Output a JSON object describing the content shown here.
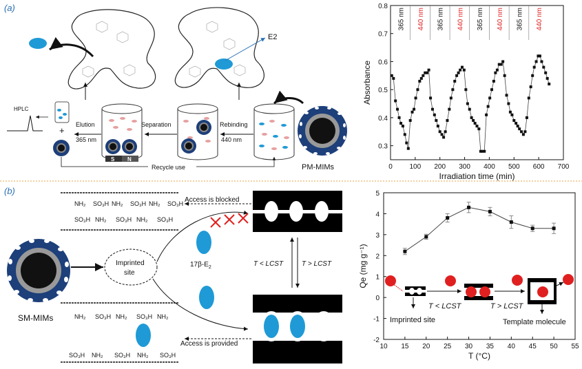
{
  "panel_a": {
    "label": "(a)",
    "e2_label": "E2",
    "hplc": "HPLC",
    "plus": "+",
    "elution": "Elution",
    "elution_nm": "365 nm",
    "separation": "Separation",
    "rebinding": "Rebinding",
    "rebinding_nm": "440 nm",
    "magnet_s": "S",
    "magnet_n": "N",
    "recycle": "Recycle use",
    "pm_mims": "PM-MIMs"
  },
  "panel_b": {
    "label": "(b)",
    "sm_mims": "SM-MIMs",
    "imprinted_site": "Imprinted\nsite",
    "e2": "17β-E",
    "e2_sub": "2",
    "access_blocked": "Access is blocked",
    "access_provided": "Access is provided",
    "t_lt": "T < LCST",
    "t_gt": "T > LCST",
    "inset_t_lt": "T < LCST",
    "inset_t_gt": "T > LCST",
    "inset_imprinted": "Imprinted site",
    "inset_template": "Template molecule",
    "chem_top1": [
      "NH₂",
      "SO₃H",
      "NH₂",
      "SO₃H",
      "NH₂",
      "SO₃H"
    ],
    "chem_top2": [
      "SO₃H",
      "NH₂",
      "SO₃H",
      "NH₂",
      "SO₃H"
    ],
    "chem_bot1": [
      "NH₂",
      "SO₃H",
      "NH₂",
      "SO₃H",
      "NH₂"
    ],
    "chem_bot2": [
      "SO₃H",
      "NH₂",
      "SO₃H",
      "NH₂",
      "SO₃H"
    ]
  },
  "colors": {
    "accent_blue": "#2a6fb5",
    "red": "#e02020",
    "particle": "#1d3f7a",
    "e2_blue": "#1f9ad6"
  },
  "chart_data": [
    {
      "type": "scatter",
      "xlabel": "Irradiation time (min)",
      "ylabel": "Absorbance",
      "xlim": [
        0,
        700
      ],
      "ylim": [
        0.25,
        0.8
      ],
      "xticks": [
        0,
        100,
        200,
        300,
        400,
        500,
        600,
        700
      ],
      "yticks": [
        0.3,
        0.4,
        0.5,
        0.6,
        0.7,
        0.8
      ],
      "band_labels": [
        "365 nm",
        "440 nm",
        "365 nm",
        "440 nm",
        "365 nm",
        "440 nm",
        "365 nm",
        "440 nm"
      ],
      "band_colors": [
        "#111",
        "#e02020",
        "#111",
        "#e02020",
        "#111",
        "#e02020",
        "#111",
        "#e02020"
      ],
      "x": [
        5,
        12,
        20,
        28,
        35,
        42,
        50,
        58,
        65,
        72,
        80,
        88,
        95,
        102,
        110,
        118,
        125,
        132,
        140,
        148,
        155,
        162,
        170,
        178,
        185,
        192,
        200,
        208,
        215,
        222,
        230,
        238,
        245,
        252,
        260,
        268,
        275,
        282,
        290,
        298,
        305,
        312,
        320,
        328,
        335,
        342,
        350,
        358,
        365,
        372,
        380,
        388,
        395,
        402,
        410,
        418,
        425,
        432,
        440,
        448,
        455,
        462,
        470,
        478,
        485,
        492,
        500,
        508,
        515,
        522,
        530,
        538,
        545,
        552,
        560,
        568,
        575,
        582,
        590,
        598,
        605,
        612,
        620,
        628,
        635,
        642
      ],
      "y": [
        0.55,
        0.54,
        0.46,
        0.43,
        0.4,
        0.38,
        0.37,
        0.34,
        0.31,
        0.29,
        0.39,
        0.42,
        0.43,
        0.47,
        0.5,
        0.53,
        0.54,
        0.55,
        0.56,
        0.56,
        0.57,
        0.47,
        0.43,
        0.41,
        0.39,
        0.37,
        0.35,
        0.34,
        0.33,
        0.35,
        0.39,
        0.43,
        0.47,
        0.5,
        0.53,
        0.55,
        0.56,
        0.57,
        0.58,
        0.57,
        0.5,
        0.45,
        0.43,
        0.4,
        0.39,
        0.38,
        0.37,
        0.36,
        0.28,
        0.28,
        0.28,
        0.41,
        0.44,
        0.47,
        0.5,
        0.53,
        0.56,
        0.57,
        0.59,
        0.59,
        0.6,
        0.55,
        0.48,
        0.45,
        0.42,
        0.41,
        0.39,
        0.38,
        0.37,
        0.36,
        0.35,
        0.34,
        0.35,
        0.4,
        0.47,
        0.51,
        0.55,
        0.58,
        0.6,
        0.62,
        0.62,
        0.6,
        0.58,
        0.56,
        0.54,
        0.52
      ]
    },
    {
      "type": "line",
      "xlabel": "T (°C)",
      "ylabel": "Qe (mg g⁻¹)",
      "xlim": [
        10,
        55
      ],
      "ylim": [
        -2,
        5
      ],
      "xticks": [
        10,
        15,
        20,
        25,
        30,
        35,
        40,
        45,
        50,
        55
      ],
      "yticks": [
        -2,
        -1,
        0,
        1,
        2,
        3,
        4,
        5
      ],
      "x": [
        15,
        20,
        25,
        30,
        35,
        40,
        45,
        50
      ],
      "y": [
        2.2,
        2.9,
        3.8,
        4.3,
        4.1,
        3.6,
        3.3,
        3.3
      ],
      "err": [
        0.15,
        0.12,
        0.2,
        0.25,
        0.2,
        0.3,
        0.15,
        0.25
      ]
    }
  ]
}
